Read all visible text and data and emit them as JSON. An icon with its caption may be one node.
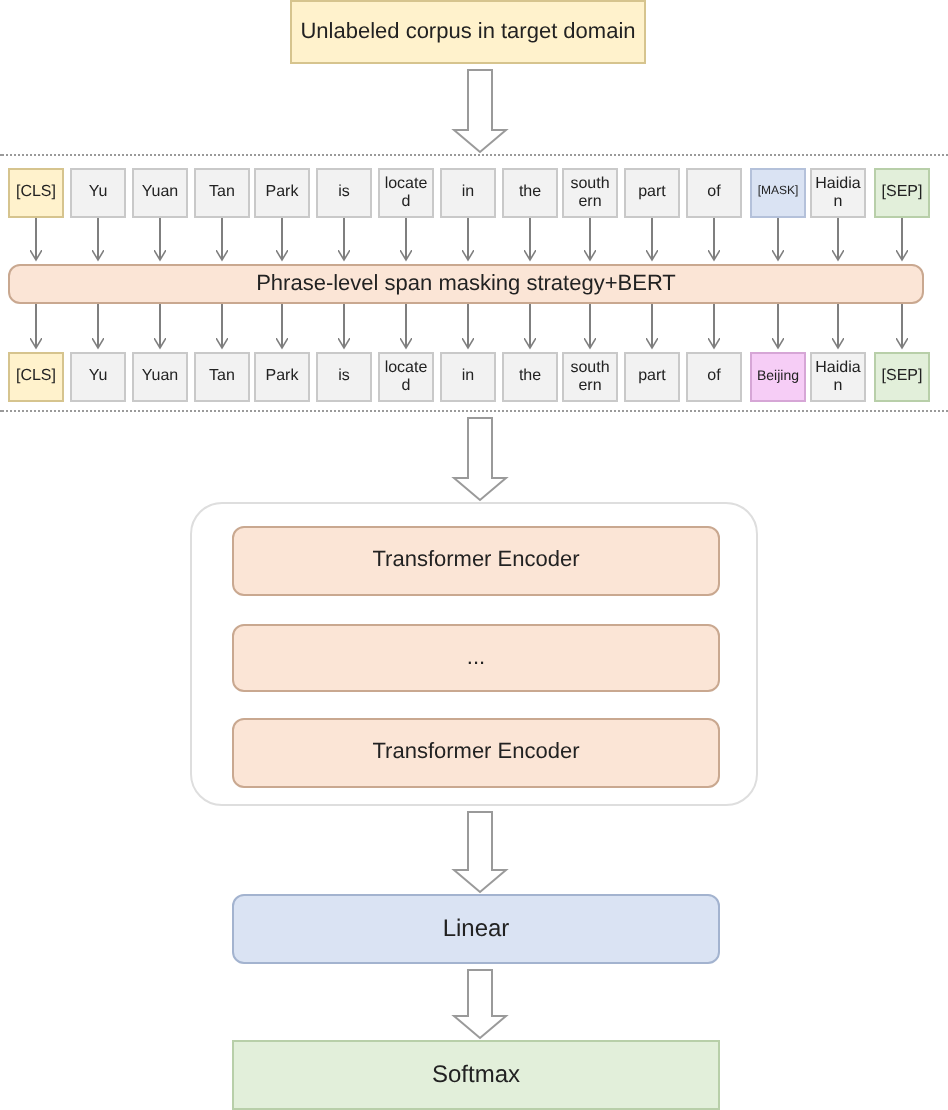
{
  "diagram": {
    "nodes": [
      {
        "text": [
          "Unlabeled corpus in target domain"
        ]
      },
      {
        "text": [],
        "shape": "band"
      },
      {
        "text": [
          "[CLS]"
        ],
        "in": 1
      },
      {
        "text": [
          "Yu"
        ],
        "in": 1
      },
      {
        "text": [
          "Yuan"
        ],
        "in": 1
      },
      {
        "text": [
          "Tan"
        ],
        "in": 1
      },
      {
        "text": [
          "Park"
        ],
        "in": 1
      },
      {
        "text": [
          "is"
        ],
        "in": 1
      },
      {
        "text": [
          "locate d"
        ],
        "in": 1
      },
      {
        "text": [
          "in"
        ],
        "in": 1
      },
      {
        "text": [
          "the"
        ],
        "in": 1
      },
      {
        "text": [
          "south ern"
        ],
        "in": 1
      },
      {
        "text": [
          "part"
        ],
        "in": 1
      },
      {
        "text": [
          "of"
        ],
        "in": 1
      },
      {
        "text": [
          "[MASK]"
        ],
        "in": 1
      },
      {
        "text": [
          "Haidia n"
        ],
        "in": 1
      },
      {
        "text": [
          "[SEP]"
        ],
        "in": 1
      },
      {
        "text": [
          "Phrase-level span masking strategy+BERT"
        ],
        "in": 1
      },
      {
        "text": [
          "[CLS]"
        ],
        "in": 1
      },
      {
        "text": [
          "Yu"
        ],
        "in": 1
      },
      {
        "text": [
          "Yuan"
        ],
        "in": 1
      },
      {
        "text": [
          "Tan"
        ],
        "in": 1
      },
      {
        "text": [
          "Park"
        ],
        "in": 1
      },
      {
        "text": [
          "is"
        ],
        "in": 1
      },
      {
        "text": [
          "locate d"
        ],
        "in": 1
      },
      {
        "text": [
          "in"
        ],
        "in": 1
      },
      {
        "text": [
          "the"
        ],
        "in": 1
      },
      {
        "text": [
          "south ern"
        ],
        "in": 1
      },
      {
        "text": [
          "part"
        ],
        "in": 1
      },
      {
        "text": [
          "of"
        ],
        "in": 1
      },
      {
        "text": [
          "Beijing"
        ],
        "in": 1
      },
      {
        "text": [
          "Haidia n"
        ],
        "in": 1
      },
      {
        "text": [
          "[SEP]"
        ],
        "in": 1
      },
      {
        "text": [],
        "shape": "box"
      },
      {
        "text": [
          "Transformer Encoder"
        ],
        "in": 33
      },
      {
        "text": [
          "..."
        ],
        "in": 33
      },
      {
        "text": [
          "Transformer Encoder"
        ],
        "in": 33
      },
      {
        "text": [
          "Linear"
        ]
      },
      {
        "text": [
          "Softmax"
        ]
      }
    ],
    "edges": [
      {
        "from": 0,
        "to": 1,
        "arrow": "to"
      },
      {
        "from": 2,
        "to": 17,
        "arrow": "to"
      },
      {
        "from": 3,
        "to": 17,
        "arrow": "to"
      },
      {
        "from": 4,
        "to": 17,
        "arrow": "to"
      },
      {
        "from": 5,
        "to": 17,
        "arrow": "to"
      },
      {
        "from": 6,
        "to": 17,
        "arrow": "to"
      },
      {
        "from": 7,
        "to": 17,
        "arrow": "to"
      },
      {
        "from": 8,
        "to": 17,
        "arrow": "to"
      },
      {
        "from": 9,
        "to": 17,
        "arrow": "to"
      },
      {
        "from": 10,
        "to": 17,
        "arrow": "to"
      },
      {
        "from": 11,
        "to": 17,
        "arrow": "to"
      },
      {
        "from": 12,
        "to": 17,
        "arrow": "to"
      },
      {
        "from": 13,
        "to": 17,
        "arrow": "to"
      },
      {
        "from": 14,
        "to": 17,
        "arrow": "to"
      },
      {
        "from": 15,
        "to": 17,
        "arrow": "to"
      },
      {
        "from": 16,
        "to": 17,
        "arrow": "to"
      },
      {
        "from": 17,
        "to": 18,
        "arrow": "to"
      },
      {
        "from": 17,
        "to": 19,
        "arrow": "to"
      },
      {
        "from": 17,
        "to": 20,
        "arrow": "to"
      },
      {
        "from": 17,
        "to": 21,
        "arrow": "to"
      },
      {
        "from": 17,
        "to": 22,
        "arrow": "to"
      },
      {
        "from": 17,
        "to": 23,
        "arrow": "to"
      },
      {
        "from": 17,
        "to": 24,
        "arrow": "to"
      },
      {
        "from": 17,
        "to": 25,
        "arrow": "to"
      },
      {
        "from": 17,
        "to": 26,
        "arrow": "to"
      },
      {
        "from": 17,
        "to": 27,
        "arrow": "to"
      },
      {
        "from": 17,
        "to": 28,
        "arrow": "to"
      },
      {
        "from": 17,
        "to": 29,
        "arrow": "to"
      },
      {
        "from": 17,
        "to": 30,
        "arrow": "to"
      },
      {
        "from": 17,
        "to": 31,
        "arrow": "to"
      },
      {
        "from": 17,
        "to": 32,
        "arrow": "to"
      },
      {
        "from": 1,
        "to": 33,
        "arrow": "to"
      },
      {
        "from": 33,
        "to": 37,
        "arrow": "to"
      },
      {
        "from": 37,
        "to": 38,
        "arrow": "to"
      }
    ]
  }
}
